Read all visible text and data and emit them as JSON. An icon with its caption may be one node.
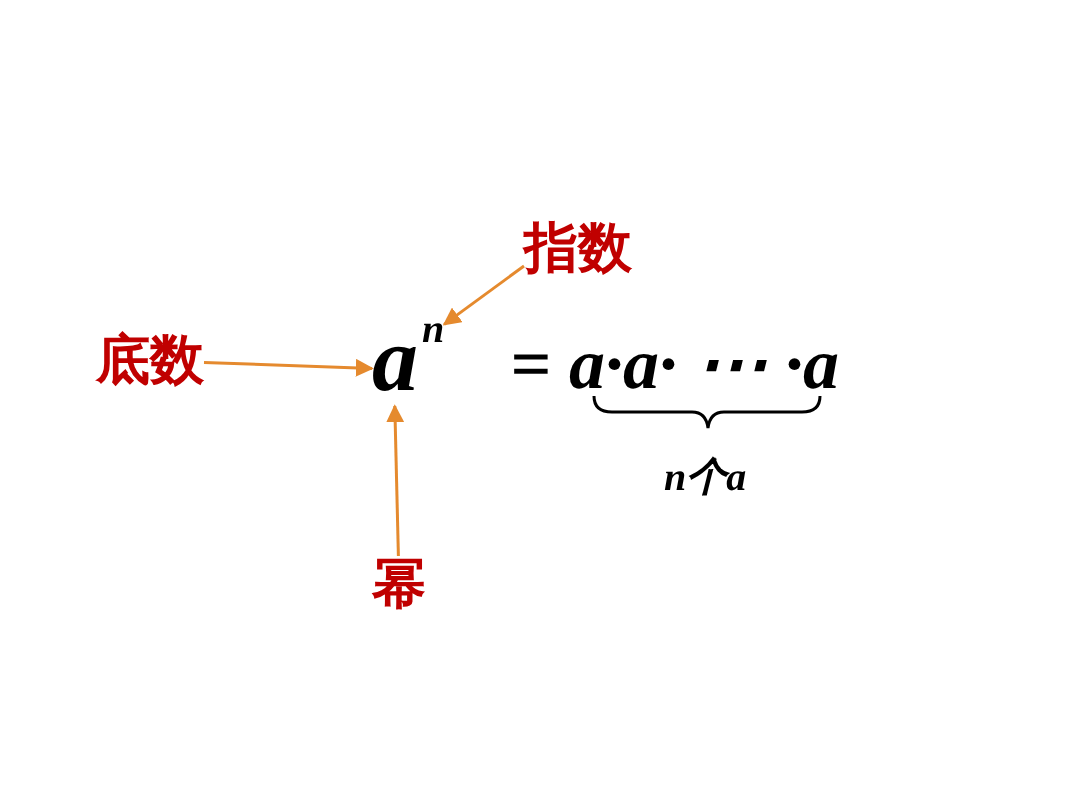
{
  "diagram": {
    "nodes": [
      {
        "text": [
          "指数"
        ]
      },
      {
        "text": [
          "底数"
        ]
      },
      {
        "text": [
          "a$^{n}$"
        ]
      },
      {
        "text": [
          "幂"
        ]
      }
    ],
    "edges": [
      {
        "from": 0,
        "to": 2,
        "arrow": "to"
      },
      {
        "from": 1,
        "to": 2,
        "arrow": "to"
      },
      {
        "from": 3,
        "to": 2,
        "arrow": "to"
      }
    ],
    "labels": [
      "= a·a· ⋯ ·a",
      "n个a"
    ]
  }
}
